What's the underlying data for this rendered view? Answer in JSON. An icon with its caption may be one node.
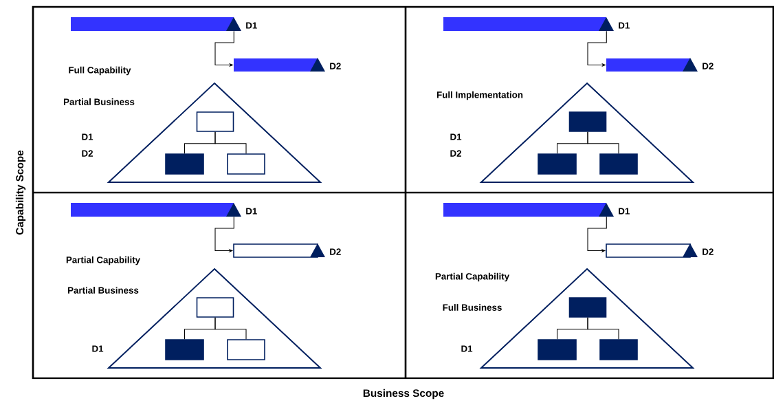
{
  "diagram": {
    "nodes": [
      {
        "text": [],
        "shape": "bar",
        "beside": [
          "D1"
        ]
      },
      {
        "text": [],
        "shape": "bar",
        "beside": [
          "D2"
        ]
      },
      {
        "text": [],
        "shape": "triangle"
      },
      {
        "text": [],
        "shape": "box",
        "in": 2
      },
      {
        "text": [],
        "shape": "block",
        "in": 2
      },
      {
        "text": [],
        "shape": "box",
        "in": 2
      },
      {
        "text": [],
        "shape": "bar",
        "beside": [
          "D1"
        ]
      },
      {
        "text": [],
        "shape": "bar",
        "beside": [
          "D2"
        ]
      },
      {
        "text": [],
        "shape": "triangle"
      },
      {
        "text": [],
        "shape": "block",
        "in": 8
      },
      {
        "text": [],
        "shape": "block",
        "in": 8
      },
      {
        "text": [],
        "shape": "block",
        "in": 8
      },
      {
        "text": [],
        "shape": "bar",
        "beside": [
          "D1"
        ]
      },
      {
        "text": [],
        "shape": "rectangle",
        "beside": [
          "D2"
        ]
      },
      {
        "text": [],
        "shape": "triangle"
      },
      {
        "text": [],
        "shape": "box",
        "in": 14
      },
      {
        "text": [],
        "shape": "block",
        "in": 14
      },
      {
        "text": [],
        "shape": "box",
        "in": 14
      },
      {
        "text": [],
        "shape": "bar",
        "beside": [
          "D1"
        ]
      },
      {
        "text": [],
        "shape": "rectangle",
        "beside": [
          "D2"
        ]
      },
      {
        "text": [],
        "shape": "triangle"
      },
      {
        "text": [],
        "shape": "block",
        "in": 20
      },
      {
        "text": [],
        "shape": "block",
        "in": 20
      },
      {
        "text": [],
        "shape": "block",
        "in": 20
      }
    ],
    "edges": [
      {
        "from": 0,
        "to": 1,
        "arrow": "to"
      },
      {
        "from": 3,
        "to": 4,
        "arrow": "none"
      },
      {
        "from": 3,
        "to": 5,
        "arrow": "none"
      },
      {
        "from": 6,
        "to": 7,
        "arrow": "to"
      },
      {
        "from": 9,
        "to": 10,
        "arrow": "none"
      },
      {
        "from": 9,
        "to": 11,
        "arrow": "none"
      },
      {
        "from": 12,
        "to": 13,
        "arrow": "to"
      },
      {
        "from": 15,
        "to": 16,
        "arrow": "none"
      },
      {
        "from": 15,
        "to": 17,
        "arrow": "none"
      },
      {
        "from": 18,
        "to": 19,
        "arrow": "to"
      },
      {
        "from": 21,
        "to": 22,
        "arrow": "none"
      },
      {
        "from": 21,
        "to": 23,
        "arrow": "none"
      }
    ],
    "labels": [
      "Full Capability",
      "Partial Business",
      "D1",
      "D2",
      "Full Implementation",
      "D1",
      "D2",
      "Partial Capability",
      "Partial Business",
      "D1",
      "Partial Capability",
      "Full Business",
      "D1",
      "Capability Scope",
      "Business Scope"
    ]
  }
}
